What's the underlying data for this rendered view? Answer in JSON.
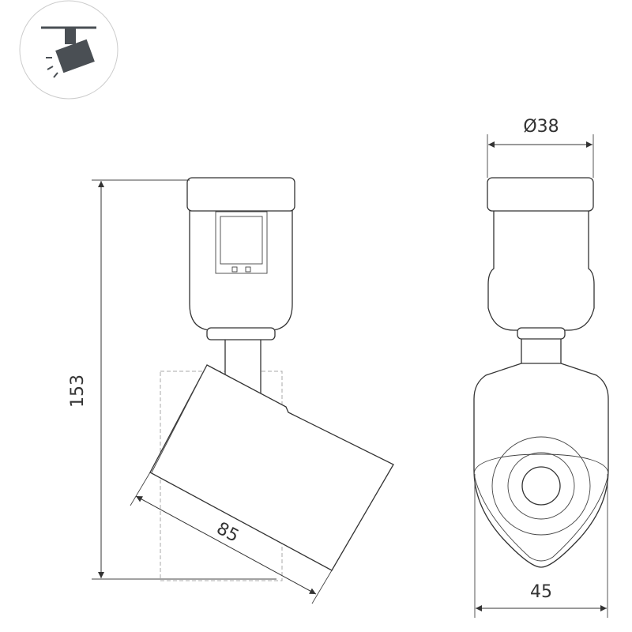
{
  "icon": "track-spotlight-icon",
  "dimensions": {
    "height": "153",
    "length": "85",
    "diameter": "Ø38",
    "width": "45"
  },
  "colors": {
    "line": "#333333",
    "icon": "#4a4f54"
  }
}
